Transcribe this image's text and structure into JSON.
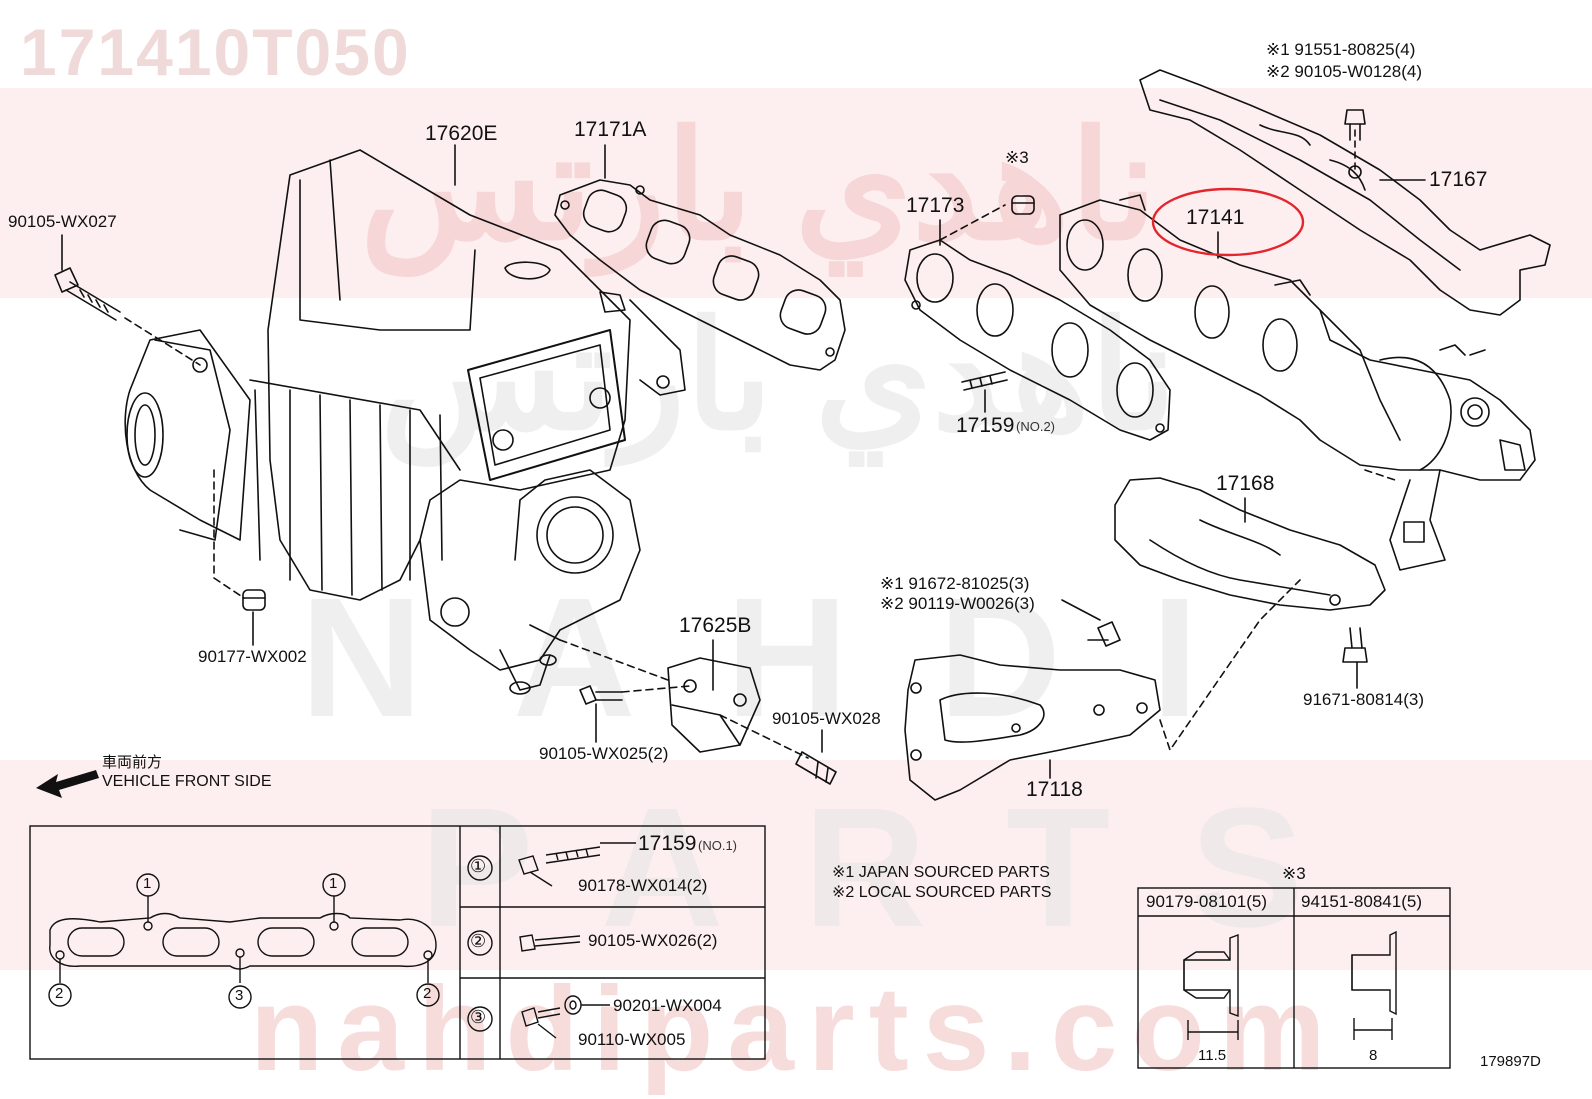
{
  "part_number": "171410T050",
  "watermarks": {
    "arabic": "ناهدي بارتس",
    "latin": "NAHDI",
    "parts": "PARTS",
    "url": "nahdiparts.com"
  },
  "highlight_color": "#e3262d",
  "labels": {
    "p17620e": "17620E",
    "p17171a": "17171A",
    "p90105wx027": "90105-WX027",
    "p90177wx002": "90177-WX002",
    "p17625b": "17625B",
    "p90105wx025": "90105-WX025(2)",
    "p90105wx028": "90105-WX028",
    "p17173": "17173",
    "p17141": "17141",
    "p17167": "17167",
    "p17159": "17159",
    "p17159_note": "(NO.2)",
    "p17168": "17168",
    "p17118": "17118",
    "p91671": "91671-80814(3)",
    "ref1_top_a": "※1 91551-80825(4)",
    "ref1_top_b": "※2 90105-W0128(4)",
    "ref_mid_a": "※1 91672-81025(3)",
    "ref_mid_b": "※2 90119-W0026(3)",
    "ref3": "※3"
  },
  "front": {
    "jp": "車両前方",
    "en": "VEHICLE FRONT SIDE"
  },
  "inset": {
    "markers": [
      "①",
      "②",
      "③"
    ],
    "rows": [
      {
        "marker": "①",
        "part_a": "17159",
        "note_a": "(NO.1)",
        "part_b": "90178-WX014(2)"
      },
      {
        "marker": "②",
        "part_a": "90105-WX026(2)"
      },
      {
        "marker": "③",
        "part_a": "90201-WX004",
        "part_b": "90110-WX005"
      }
    ],
    "callouts": [
      "1",
      "1",
      "2",
      "3",
      "2"
    ]
  },
  "legend": {
    "line1": "※1  JAPAN SOURCED PARTS",
    "line2": "※2  LOCAL SOURCED PARTS"
  },
  "nut_table": {
    "title": "※3",
    "col1": "90179-08101(5)",
    "col2": "94151-80841(5)",
    "dim1": "11.5",
    "dim2": "8"
  },
  "diagram_id": "179897D"
}
